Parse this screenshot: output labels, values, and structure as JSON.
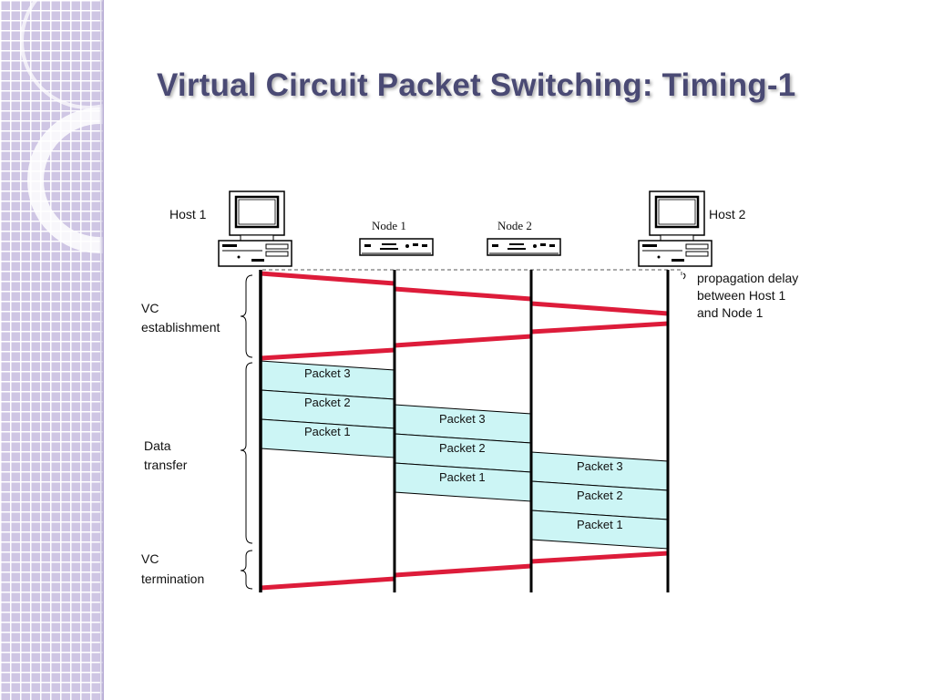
{
  "slide": {
    "title": "Virtual Circuit Packet Switching: Timing-1"
  },
  "diagram": {
    "hosts": [
      {
        "label": "Host 1",
        "icon": "desktop-computer-icon"
      },
      {
        "label": "Host 2",
        "icon": "desktop-computer-icon"
      }
    ],
    "nodes": [
      {
        "label": "Node 1",
        "icon": "router-box-icon"
      },
      {
        "label": "Node 2",
        "icon": "router-box-icon"
      }
    ],
    "annotation": {
      "lines": [
        "propagation delay",
        "between Host 1",
        "and Node 1"
      ]
    },
    "phases": [
      {
        "lines": [
          "VC",
          "establishment"
        ]
      },
      {
        "lines": [
          "Data",
          "transfer"
        ]
      },
      {
        "lines": [
          "VC",
          "termination"
        ]
      }
    ],
    "packet_labels": [
      "Packet 3",
      "Packet 2",
      "Packet 1"
    ],
    "colors": {
      "signal": "#dd1c3a",
      "packet_fill": "#ccf5f5",
      "timeline": "#000000"
    }
  }
}
